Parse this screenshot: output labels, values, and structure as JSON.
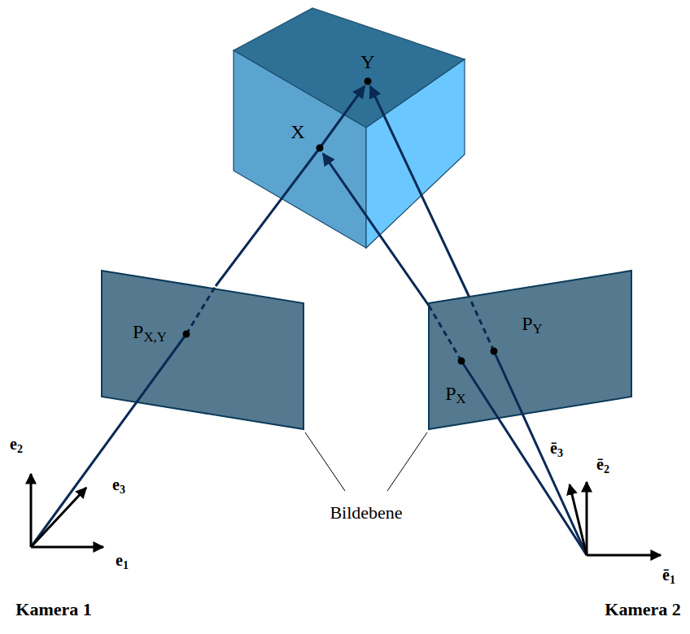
{
  "diagram": {
    "labels": [
      "Y",
      "X",
      "PX,Y",
      "PY",
      "PX",
      "e2",
      "e3",
      "e1",
      "ē3",
      "ē2",
      "ē1",
      "Bildebene",
      "Kamera 1",
      "Kamera 2"
    ]
  }
}
